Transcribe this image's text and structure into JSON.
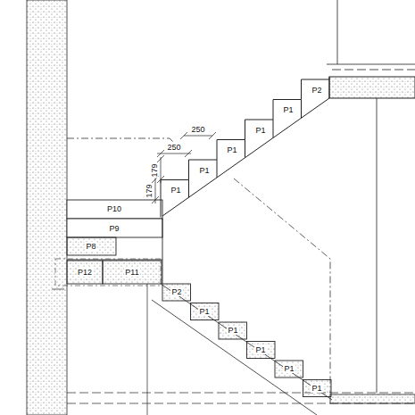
{
  "diagram": {
    "labels": [
      "P2",
      "P1",
      "P1",
      "P1",
      "P1",
      "P1",
      "250",
      "250",
      "179",
      "179",
      "P10",
      "P9",
      "P8",
      "P12",
      "P11",
      "P2",
      "P1",
      "P1",
      "P1",
      "P1",
      "P1"
    ]
  }
}
